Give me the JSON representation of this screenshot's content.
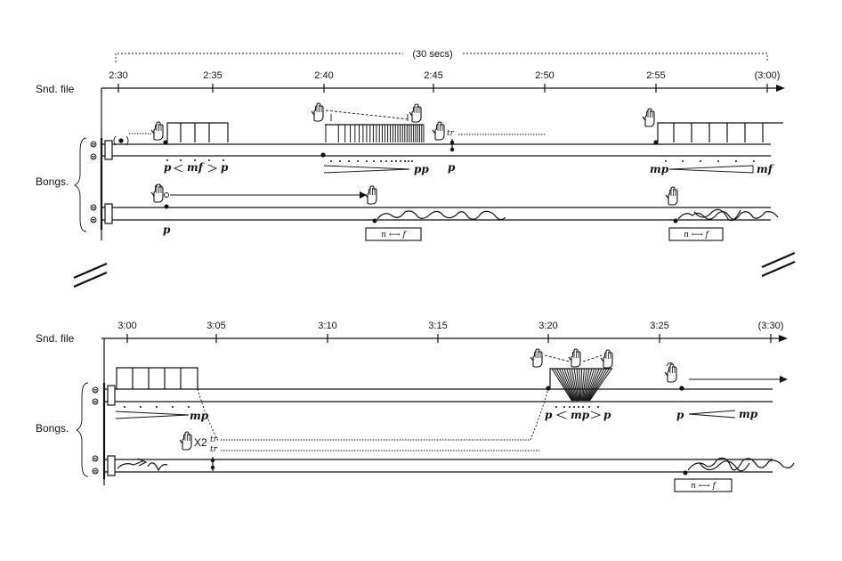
{
  "systems": [
    {
      "sound_file_label": "Snd. file",
      "instrument_label": "Bongs.",
      "duration_label": "(30 secs)",
      "timeline": [
        "2:30",
        "2:35",
        "2:40",
        "2:45",
        "2:50",
        "2:55",
        "(3:00)"
      ],
      "dynamics": {
        "d1_p": "p",
        "d1_mf": "mf",
        "d1_p2": "p",
        "d2_pp": "pp",
        "d3_p": "p",
        "d4_mp": "mp",
        "d4_mf": "mf",
        "d5_p": "p"
      },
      "trill": "tr",
      "range_boxes": [
        "n ⟷ f",
        "n ⟷ f"
      ]
    },
    {
      "sound_file_label": "Snd. file",
      "instrument_label": "Bongs.",
      "timeline": [
        "3:00",
        "3:05",
        "3:10",
        "3:15",
        "3:20",
        "3:25",
        "(3:30)"
      ],
      "dynamics": {
        "d1_mp": "mp",
        "d2_p": "p",
        "d2_mp": "mp",
        "d2_p2": "p",
        "d3_p": "p",
        "d3_mp": "mp"
      },
      "repeat_label": "X2",
      "trills": [
        "tr",
        "tr"
      ],
      "range_boxes": [
        "n ⟷ f"
      ]
    }
  ],
  "icons": [
    "hand-icon",
    "hand-icon",
    "mallet-icon"
  ]
}
